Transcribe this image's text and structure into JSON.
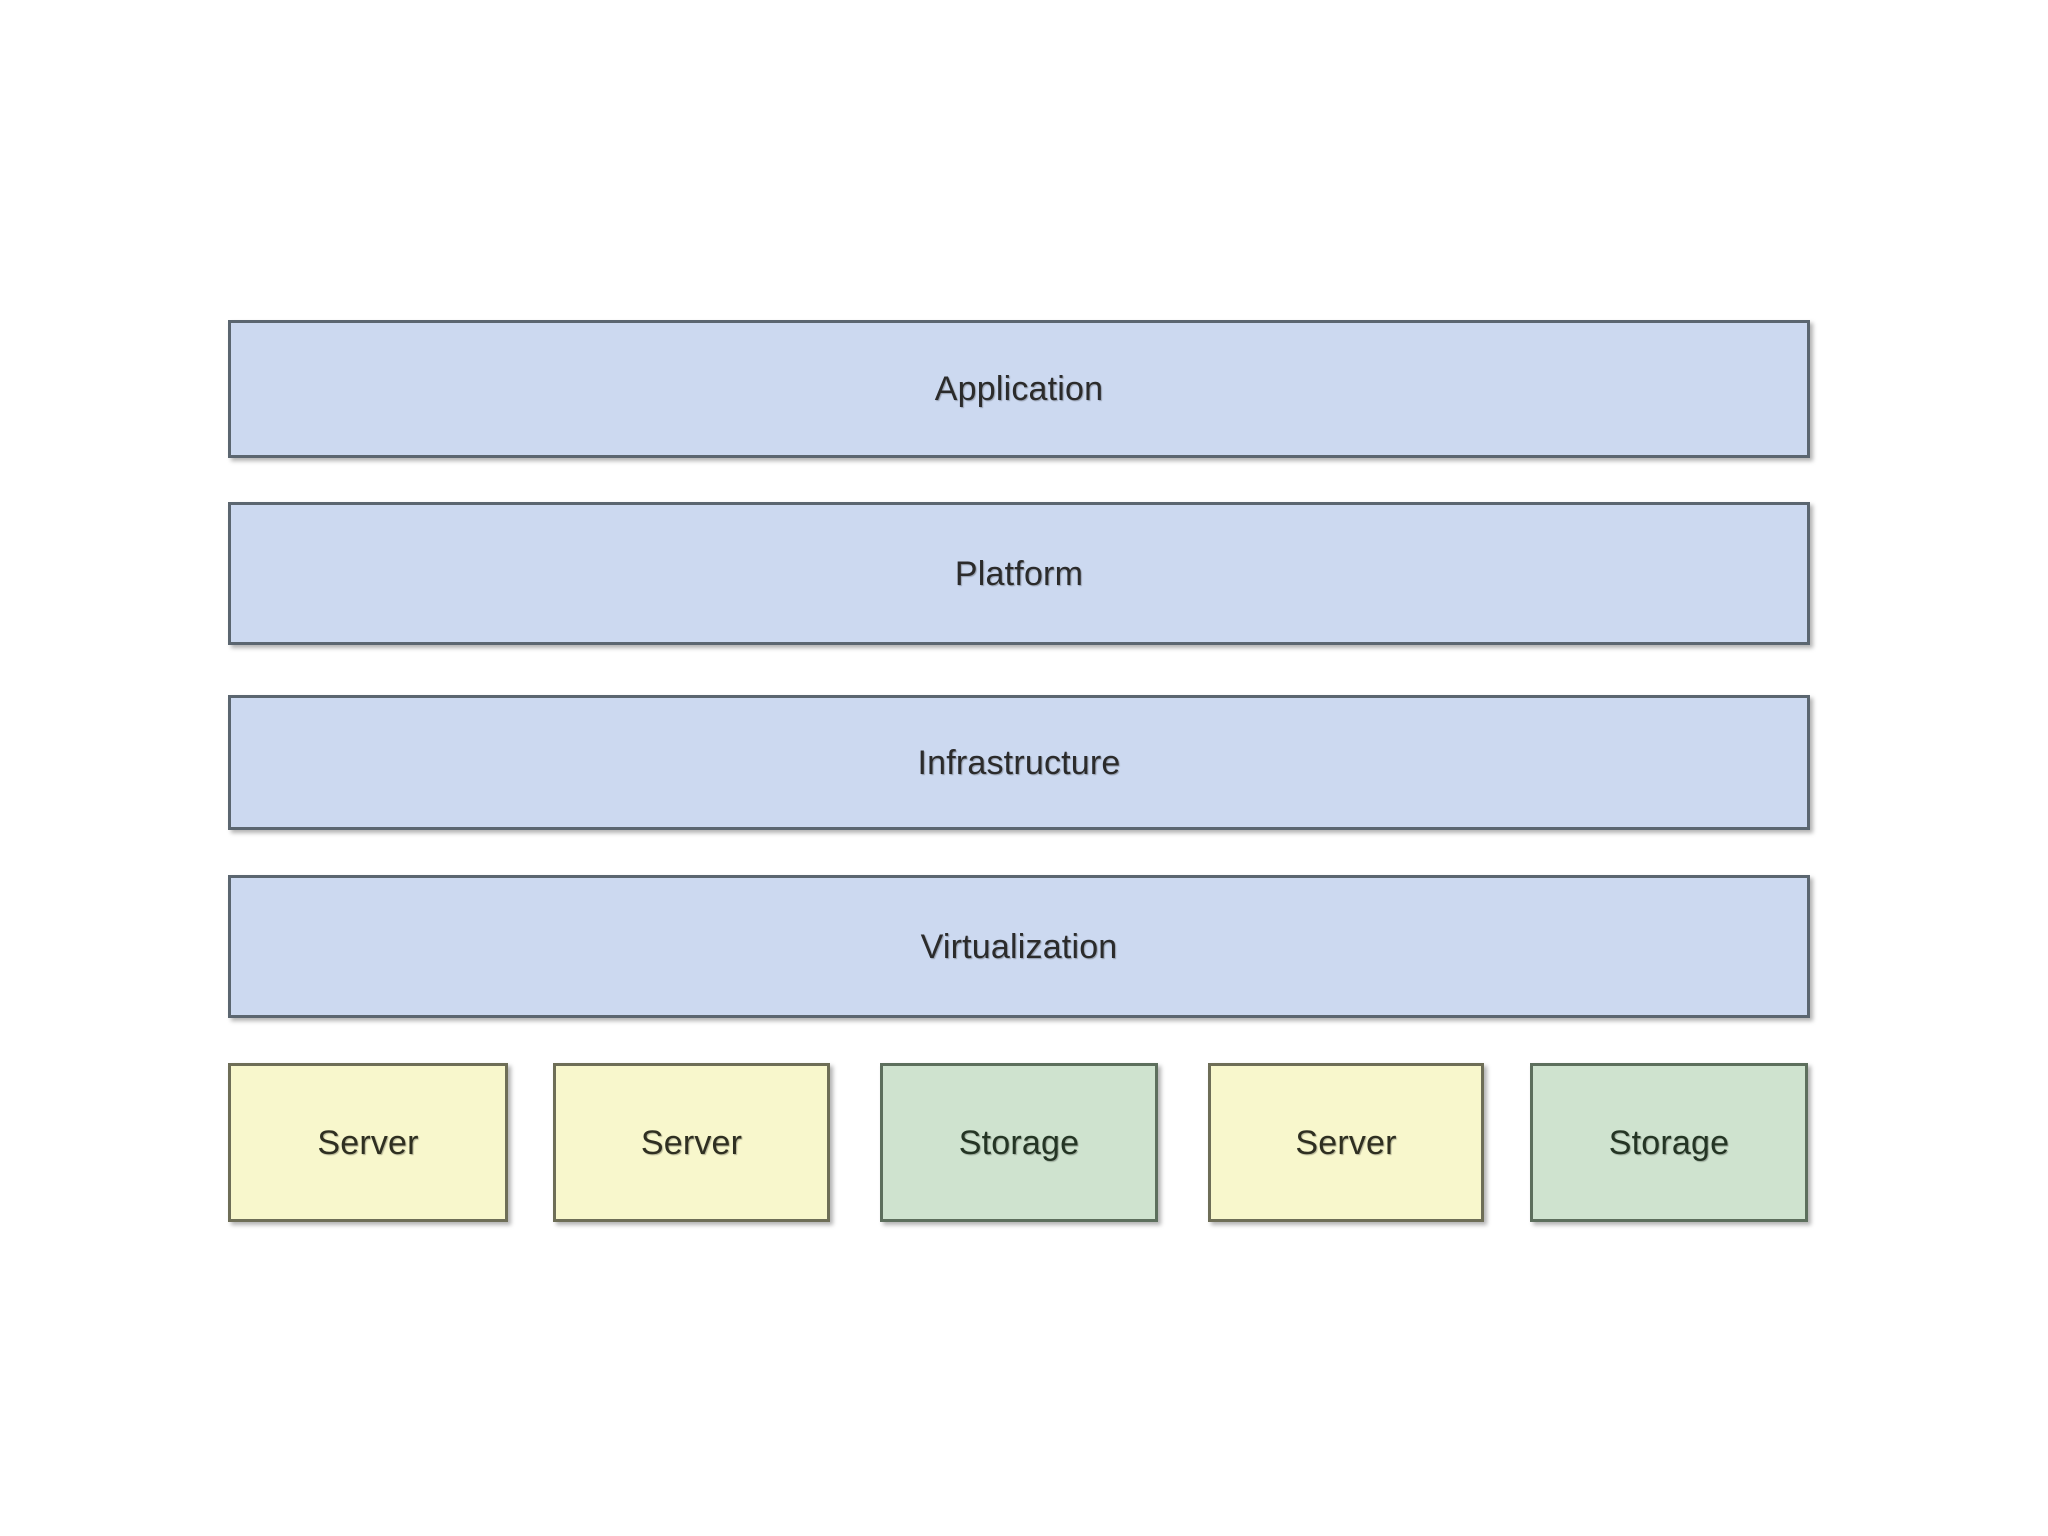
{
  "diagram": {
    "type": "layered-stack",
    "background_color": "#ffffff",
    "layers": [
      {
        "id": "application",
        "label": "Application",
        "fill": "#ccd9f0",
        "stroke": "#5b6670"
      },
      {
        "id": "platform",
        "label": "Platform",
        "fill": "#ccd9f0",
        "stroke": "#5b6670"
      },
      {
        "id": "infrastructure",
        "label": "Infrastructure",
        "fill": "#ccd9f0",
        "stroke": "#5b6670"
      },
      {
        "id": "virtualization",
        "label": "Virtualization",
        "fill": "#ccd9f0",
        "stroke": "#5b6670"
      }
    ],
    "resources": [
      {
        "id": "server-1",
        "label": "Server",
        "kind": "server",
        "fill": "#f8f7cc",
        "stroke": "#6e6e57"
      },
      {
        "id": "server-2",
        "label": "Server",
        "kind": "server",
        "fill": "#f8f7cc",
        "stroke": "#6e6e57"
      },
      {
        "id": "storage-1",
        "label": "Storage",
        "kind": "storage",
        "fill": "#cfe3cf",
        "stroke": "#5d6f5d"
      },
      {
        "id": "server-3",
        "label": "Server",
        "kind": "server",
        "fill": "#f8f7cc",
        "stroke": "#6e6e57"
      },
      {
        "id": "storage-2",
        "label": "Storage",
        "kind": "storage",
        "fill": "#cfe3cf",
        "stroke": "#5d6f5d"
      }
    ]
  }
}
